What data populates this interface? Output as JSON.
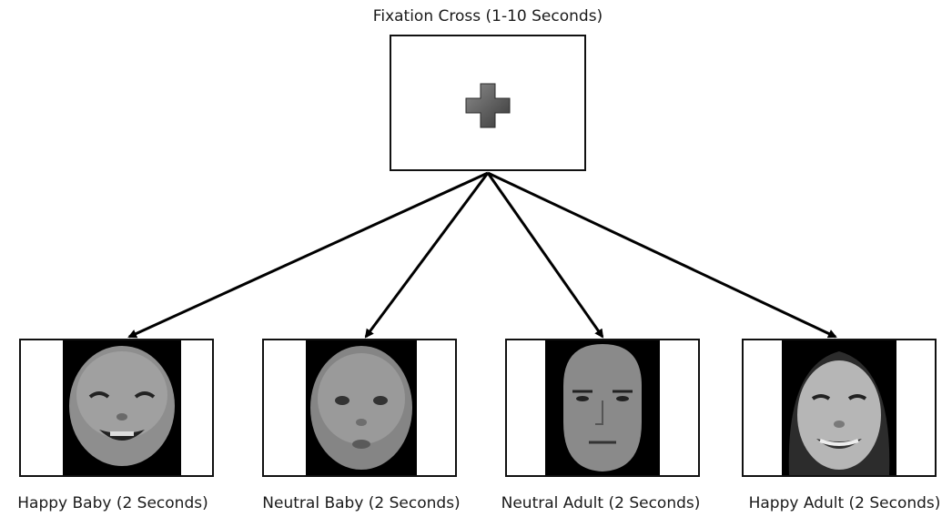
{
  "fixation": {
    "title": "Fixation Cross (1-10 Seconds)",
    "icon": "plus-cross-icon",
    "cross_color": "#555555"
  },
  "stimuli": [
    {
      "caption": "Happy Baby (2 Seconds)",
      "face": "happy-baby-face"
    },
    {
      "caption": "Neutral Baby (2 Seconds)",
      "face": "neutral-baby-face"
    },
    {
      "caption": "Neutral Adult (2 Seconds)",
      "face": "neutral-adult-face"
    },
    {
      "caption": "Happy Adult (2 Seconds)",
      "face": "happy-adult-face"
    }
  ]
}
